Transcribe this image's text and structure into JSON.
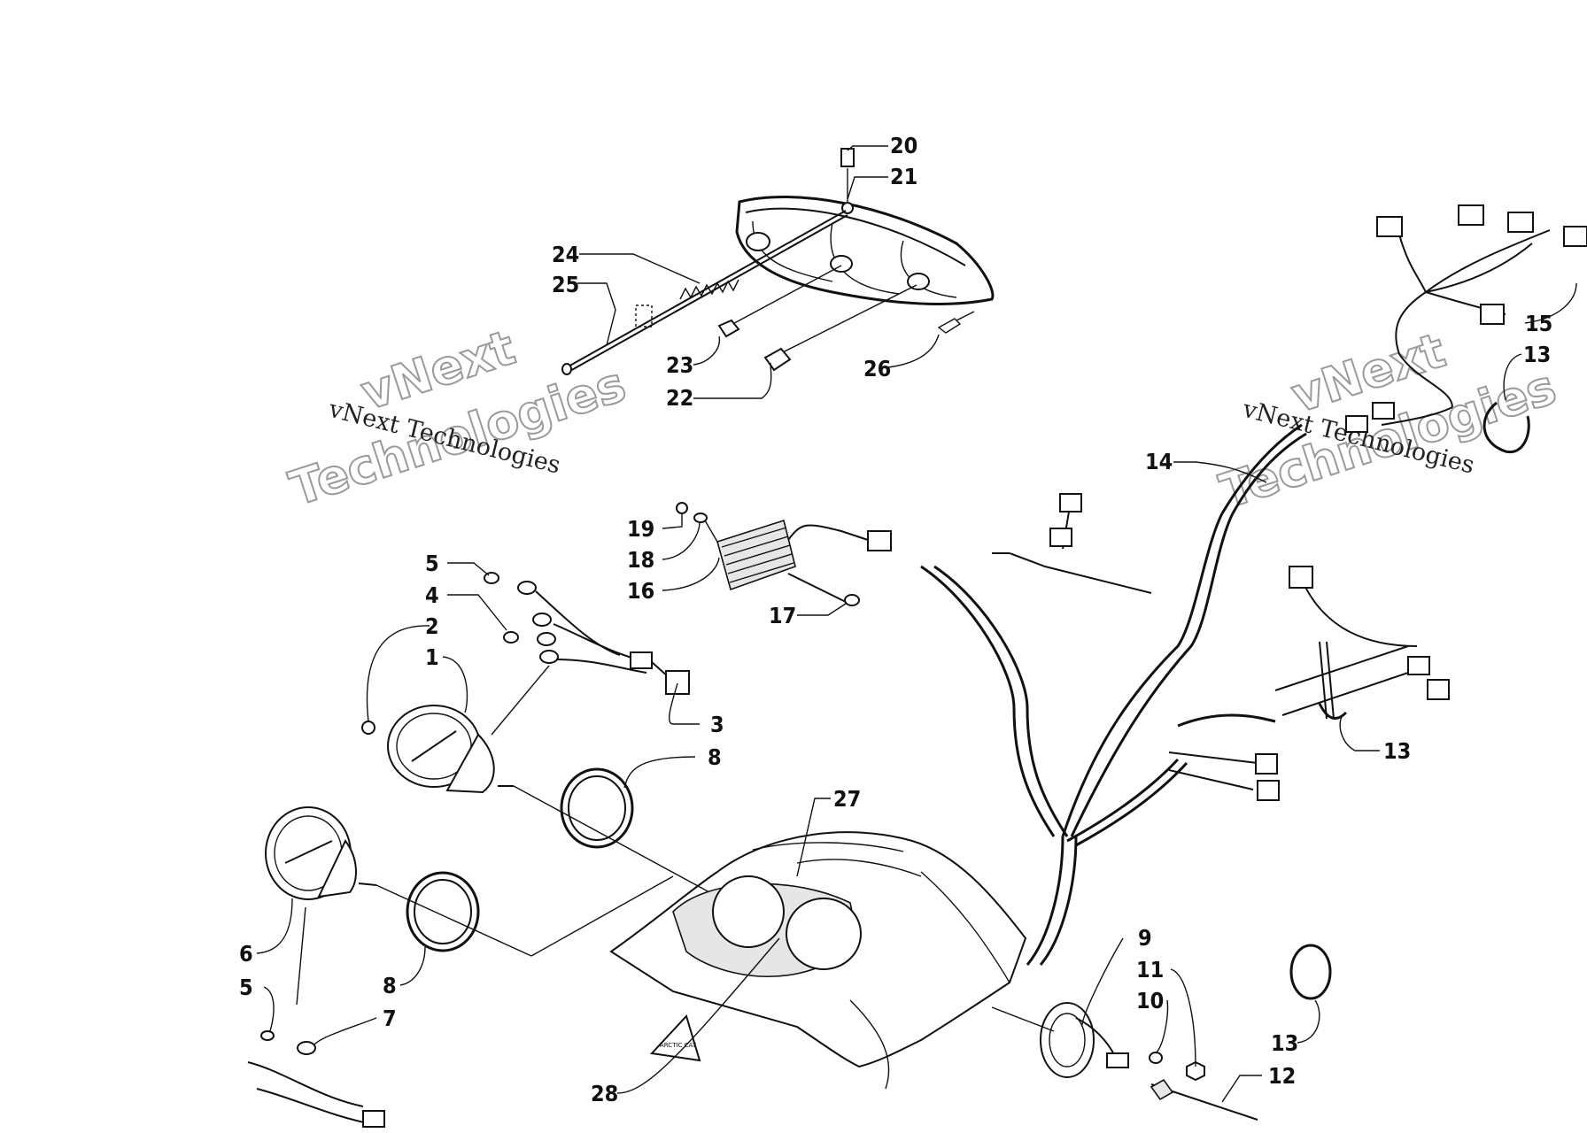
{
  "diagram": {
    "callouts": [
      "20",
      "21",
      "24",
      "25",
      "23",
      "22",
      "26",
      "19",
      "18",
      "16",
      "17",
      "5",
      "4",
      "2",
      "1",
      "3",
      "8",
      "27",
      "6",
      "8",
      "5",
      "7",
      "28",
      "9",
      "11",
      "10",
      "12",
      "13",
      "13",
      "13",
      "15",
      "14"
    ],
    "watermark_line1": "vNext",
    "watermark_line2": "Technologies",
    "watermark_caption": "vNext Technologies",
    "sticker_label": "ARCTIC CAT"
  }
}
